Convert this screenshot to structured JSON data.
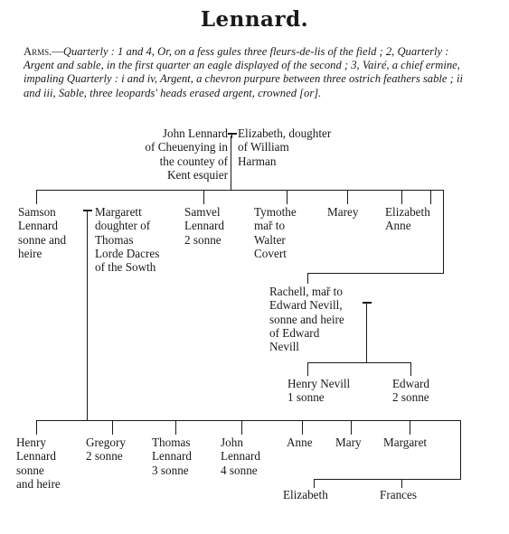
{
  "header": {
    "title": "Lennard."
  },
  "arms": {
    "lead": "Arms.—",
    "text": "Quarterly : 1 and 4, Or, on a fess gules three fleurs-de-lis of the field ; 2, Quarterly : Argent and sable, in the first quarter an eagle displayed of the second ; 3, Vairé, a chief ermine, impaling Quarterly : i and iv, Argent, a chevron purpure between three ostrich feathers sable ; ii and iii, Sable, three leopards' heads erased argent, crowned [or]."
  },
  "pedigree": {
    "gen1": {
      "husband": "John Lennard\nof Cheuenying in\nthe countey of\nKent esquier",
      "wife": "Elizabeth, doughter\nof William\nHarman"
    },
    "gen2": {
      "samson": "Samson\nLennard\nsonne and\nheire",
      "margarett": "Margarett\ndoughter of\nThomas\nLorde Dacres\nof the Sowth",
      "samvel": "Samvel\nLennard\n2 sonne",
      "tymothe": "Tymothe\nmař to\nWalter\nCovert",
      "marey": "Marey",
      "elizabeth_anne": "Elizabeth\nAnne"
    },
    "rachell": "Rachell, mař to\nEdward Nevill,\nsonne and heire\nof Edward\nNevill",
    "nevill_children": {
      "henry": "Henry Nevill\n1 sonne",
      "edward": "Edward\n2 sonne"
    },
    "gen3": {
      "henry": "Henry\nLennard\nsonne\nand heire",
      "gregory": "Gregory\n2 sonne",
      "thomas": "Thomas\nLennard\n3 sonne",
      "john": "John\nLennard\n4 sonne",
      "anne": "Anne",
      "mary": "Mary",
      "margaret": "Margaret",
      "elizabeth": "Elizabeth",
      "frances": "Frances"
    }
  }
}
